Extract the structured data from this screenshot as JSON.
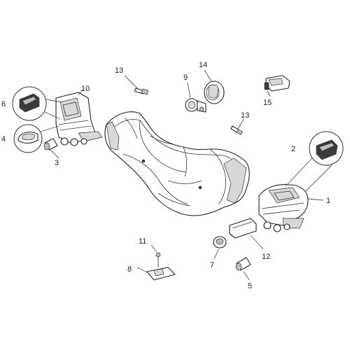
{
  "labels": {
    "p1": "1",
    "p2": "2",
    "p3": "3",
    "p4": "4",
    "p5": "5",
    "p6": "6",
    "p7": "7",
    "p8": "8",
    "p9": "9",
    "p10": "10",
    "p11": "11",
    "p12": "12",
    "p13a": "13",
    "p13b": "13",
    "p14": "14",
    "p15": "15"
  },
  "colors": {
    "line": "#222222",
    "shade": "#d8d8d8",
    "dark": "#3a3a3a"
  }
}
